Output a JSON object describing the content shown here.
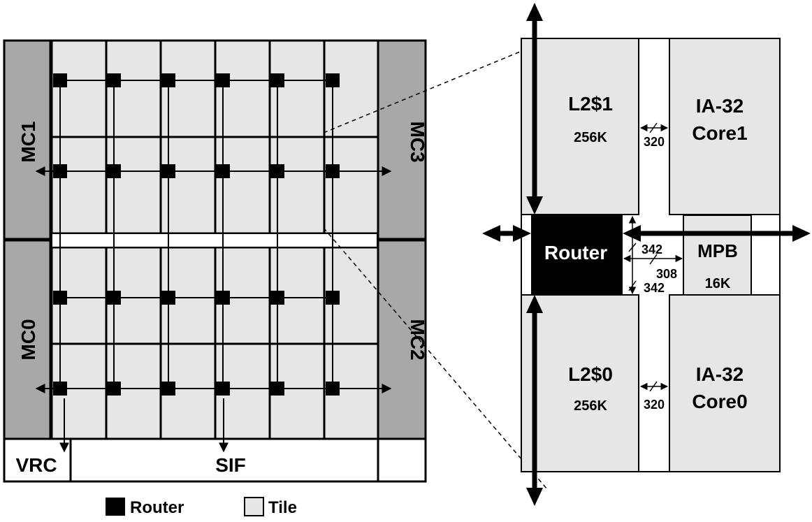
{
  "chip": {
    "memory_controllers": [
      "MC1",
      "MC0",
      "MC3",
      "MC2"
    ],
    "bottom_blocks": [
      "VRC",
      "SIF"
    ]
  },
  "legend": {
    "router_label": "Router",
    "tile_label": "Tile"
  },
  "tile_detail": {
    "l2_top": {
      "name": "L2$1",
      "size": "256K"
    },
    "l2_bottom": {
      "name": "L2$0",
      "size": "256K"
    },
    "core_top": {
      "line1": "IA-32",
      "line2": "Core1"
    },
    "core_bottom": {
      "line1": "IA-32",
      "line2": "Core0"
    },
    "router_label": "Router",
    "mpb": {
      "name": "MPB",
      "size": "16K"
    },
    "bus_widths": {
      "l2_core_top": "320",
      "l2_core_bottom": "320",
      "router_upper": "342",
      "router_mpb": "308",
      "router_lower": "342"
    }
  },
  "colors": {
    "tile_fill": "#e6e6e6",
    "mc_fill": "#a8a8a8",
    "router_fill": "#000000",
    "outline": "#000000",
    "background": "#ffffff"
  }
}
